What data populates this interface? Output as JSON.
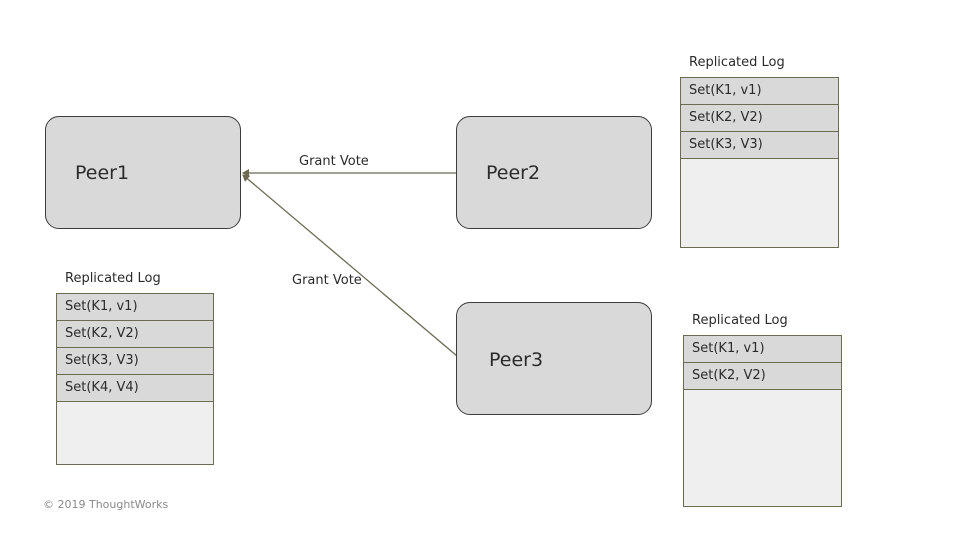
{
  "peers": [
    {
      "label": "Peer1"
    },
    {
      "label": "Peer2"
    },
    {
      "label": "Peer3"
    }
  ],
  "edges": [
    {
      "label": "Grant Vote",
      "from": "Peer2",
      "to": "Peer1"
    },
    {
      "label": "Grant Vote",
      "from": "Peer3",
      "to": "Peer1"
    }
  ],
  "logs": [
    {
      "owner": "Peer1",
      "title": "Replicated Log",
      "entries": [
        "Set(K1, v1)",
        "Set(K2, V2)",
        "Set(K3, V3)",
        "Set(K4, V4)"
      ]
    },
    {
      "owner": "Peer2",
      "title": "Replicated Log",
      "entries": [
        "Set(K1, v1)",
        "Set(K2, V2)",
        "Set(K3, V3)"
      ]
    },
    {
      "owner": "Peer3",
      "title": "Replicated Log",
      "entries": [
        "Set(K1, v1)",
        "Set(K2, V2)"
      ]
    }
  ],
  "footer": {
    "copyright": "© 2019 ThoughtWorks"
  },
  "colors": {
    "node_fill": "#d9d9d9",
    "edge": "#6b6b52",
    "log_fill": "#efefef"
  }
}
